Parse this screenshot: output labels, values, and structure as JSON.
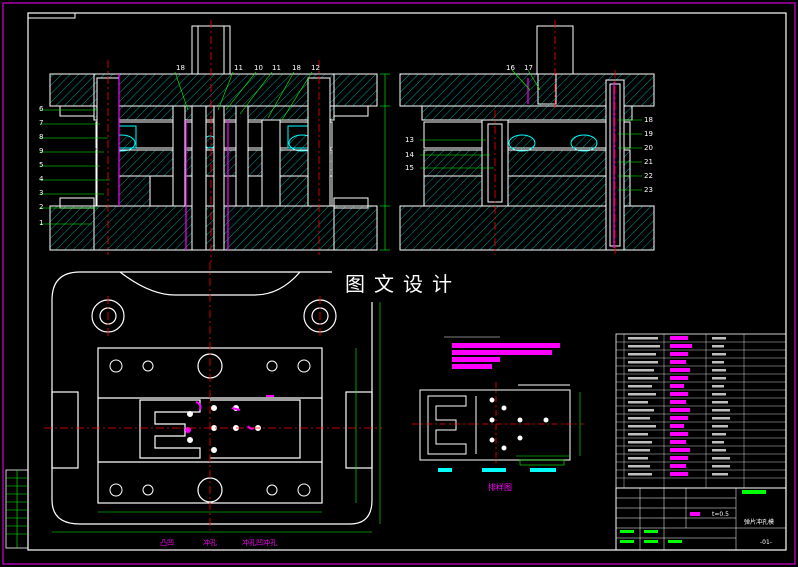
{
  "watermark": "图文设计",
  "part_numbers_left": [
    "6",
    "7",
    "8",
    "9",
    "5",
    "4",
    "3",
    "2",
    "1"
  ],
  "part_numbers_top": [
    "18",
    "11",
    "10",
    "11",
    "18",
    "12"
  ],
  "part_numbers_side_top": [
    "16",
    "17"
  ],
  "part_numbers_side_left": [
    "13",
    "14",
    "15"
  ],
  "part_numbers_side_right": [
    "18",
    "19",
    "20",
    "21",
    "22",
    "23"
  ],
  "bottom_labels": [
    "凸凹",
    "冲孔",
    "冲孔凹冲孔"
  ],
  "strip_caption": "排样图",
  "title_block": {
    "drawing_name": "弹片冲孔模",
    "thickness": "t=0.5",
    "sheet": "-01-"
  },
  "colors": {
    "background": "#000000",
    "line": "#ffffff",
    "dimension": "#00ff00",
    "frame": "#ff00ff",
    "hatch": "#00ffff",
    "highlight": "#ff00ff",
    "centerline": "#ff0000",
    "accent": "#ffff00"
  }
}
